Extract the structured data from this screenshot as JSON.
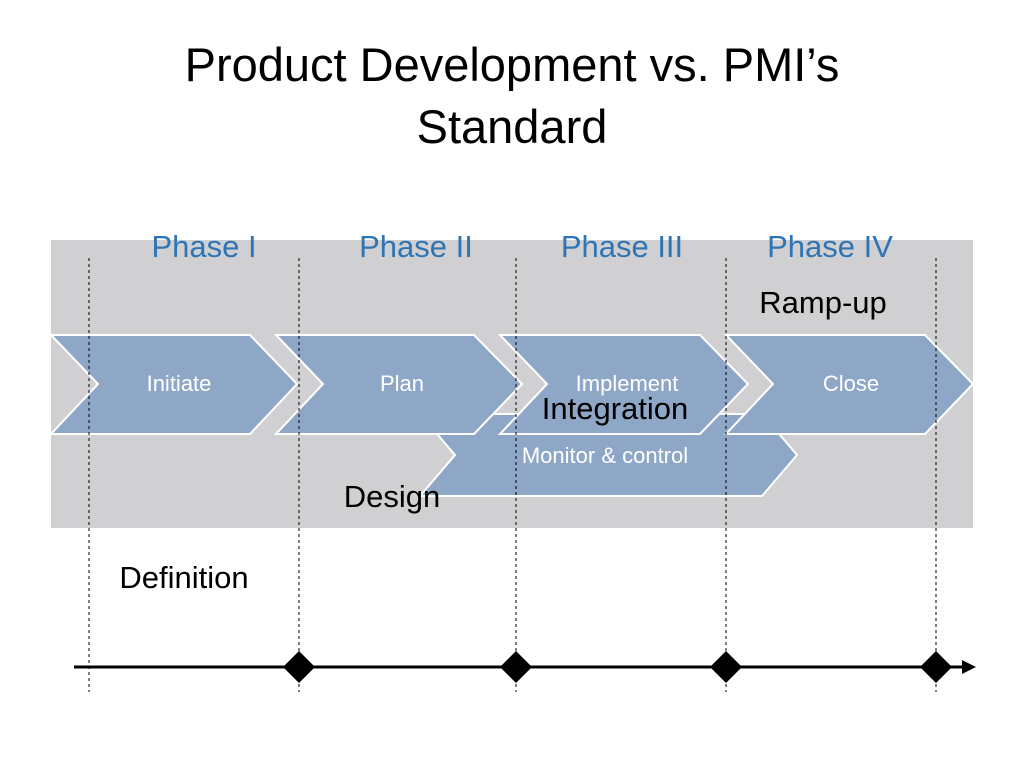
{
  "title": {
    "line1": "Product Development vs. PMI’s",
    "line2": "Standard"
  },
  "phases": [
    "Phase I",
    "Phase II",
    "Phase III",
    "Phase IV"
  ],
  "pmi_process_groups": [
    "Initiate",
    "Plan",
    "Implement",
    "Close",
    "Monitor & control"
  ],
  "product_development_stages": [
    "Definition",
    "Design",
    "Integration",
    "Ramp-up"
  ],
  "colors": {
    "phase_text": "#2e75b6",
    "band": "#d0d0d2",
    "chevron_fill": "#8fa7c7",
    "chevron_stroke": "#ffffff",
    "chevron_text": "#ffffff",
    "stage_text": "#000000",
    "timeline": "#000000"
  },
  "timeline": {
    "milestone_count": 4
  }
}
